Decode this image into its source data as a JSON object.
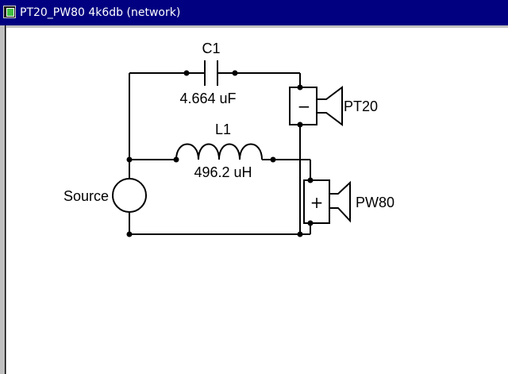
{
  "window": {
    "title": "PT20_PW80 4k6db (network)"
  },
  "components": {
    "c1": {
      "name": "C1",
      "value": "4.664 uF"
    },
    "l1": {
      "name": "L1",
      "value": "496.2 uH"
    },
    "source": {
      "label": "Source"
    },
    "tweeter": {
      "label": "PT20",
      "polarity": "−"
    },
    "woofer": {
      "label": "PW80",
      "polarity": "+"
    }
  },
  "colors": {
    "titlebar": "#000080",
    "wire": "#000000"
  }
}
